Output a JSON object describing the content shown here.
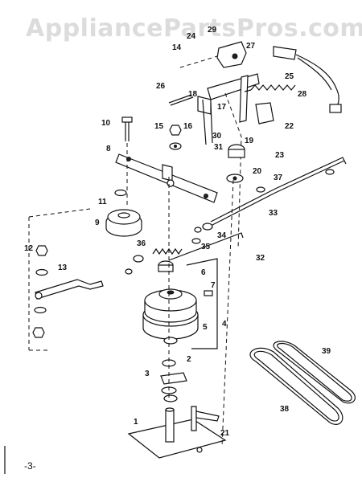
{
  "watermark": "AppliancePartsPros.com",
  "page_number": "-3-",
  "callouts": [
    "1",
    "2",
    "3",
    "4",
    "5",
    "6",
    "7",
    "8",
    "9",
    "10",
    "11",
    "12",
    "13",
    "14",
    "15",
    "16",
    "17",
    "18",
    "19",
    "20",
    "21",
    "22",
    "23",
    "24",
    "25",
    "26",
    "27",
    "28",
    "29",
    "30",
    "31",
    "32",
    "33",
    "34",
    "35",
    "36",
    "37",
    "38",
    "39"
  ]
}
